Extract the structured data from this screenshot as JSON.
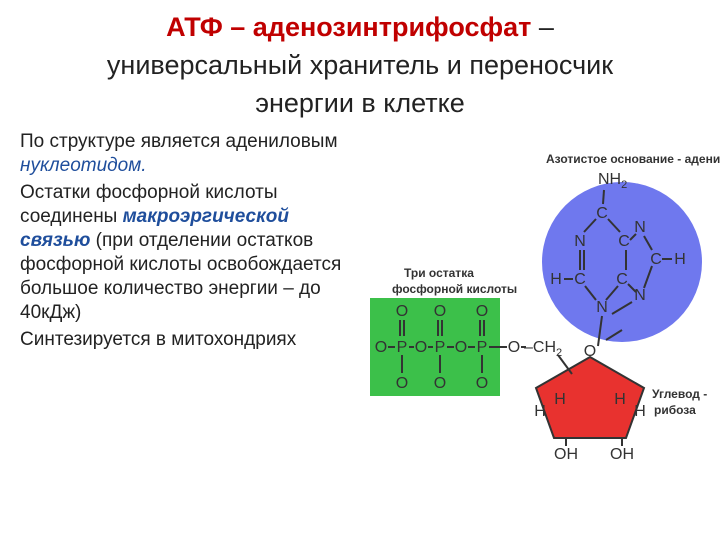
{
  "title": {
    "line1_red": "АТФ – аденозинтрифосфат",
    "line1_dash": " –",
    "line2": "универсальный хранитель и переносчик",
    "line3": "энергии в клетке"
  },
  "body": {
    "p1_a": "По структуре является адениловым ",
    "p1_italic": "нуклеотидом.",
    "p2_a": "Остатки фосфорной кислоты соединены ",
    "p2_bold": "макроэргической связью",
    "p2_b": " (при отделении остатков фосфорной кислоты освобождается большое количество энергии – до 40кДж)",
    "p3": "Синтезируется в митохондриях"
  },
  "diagram": {
    "label_base": "Азотистое основание - аденин",
    "label_phosphates_1": "Три остатка",
    "label_phosphates_2": "фосфорной кислоты",
    "label_sugar_1": "Углевод -",
    "label_sugar_2": "рибоза",
    "atoms": {
      "N": "N",
      "C": "C",
      "H": "H",
      "O": "O",
      "P": "P",
      "NH2": "NH",
      "sub2": "2",
      "CH2": "–CH",
      "OH": "OH"
    },
    "colors": {
      "phosphate_bg": "#3cc04a",
      "base_circle": "#6f78ee",
      "sugar": "#e8322f",
      "title_red": "#c00000",
      "text_blue": "#1f4e9c"
    }
  }
}
